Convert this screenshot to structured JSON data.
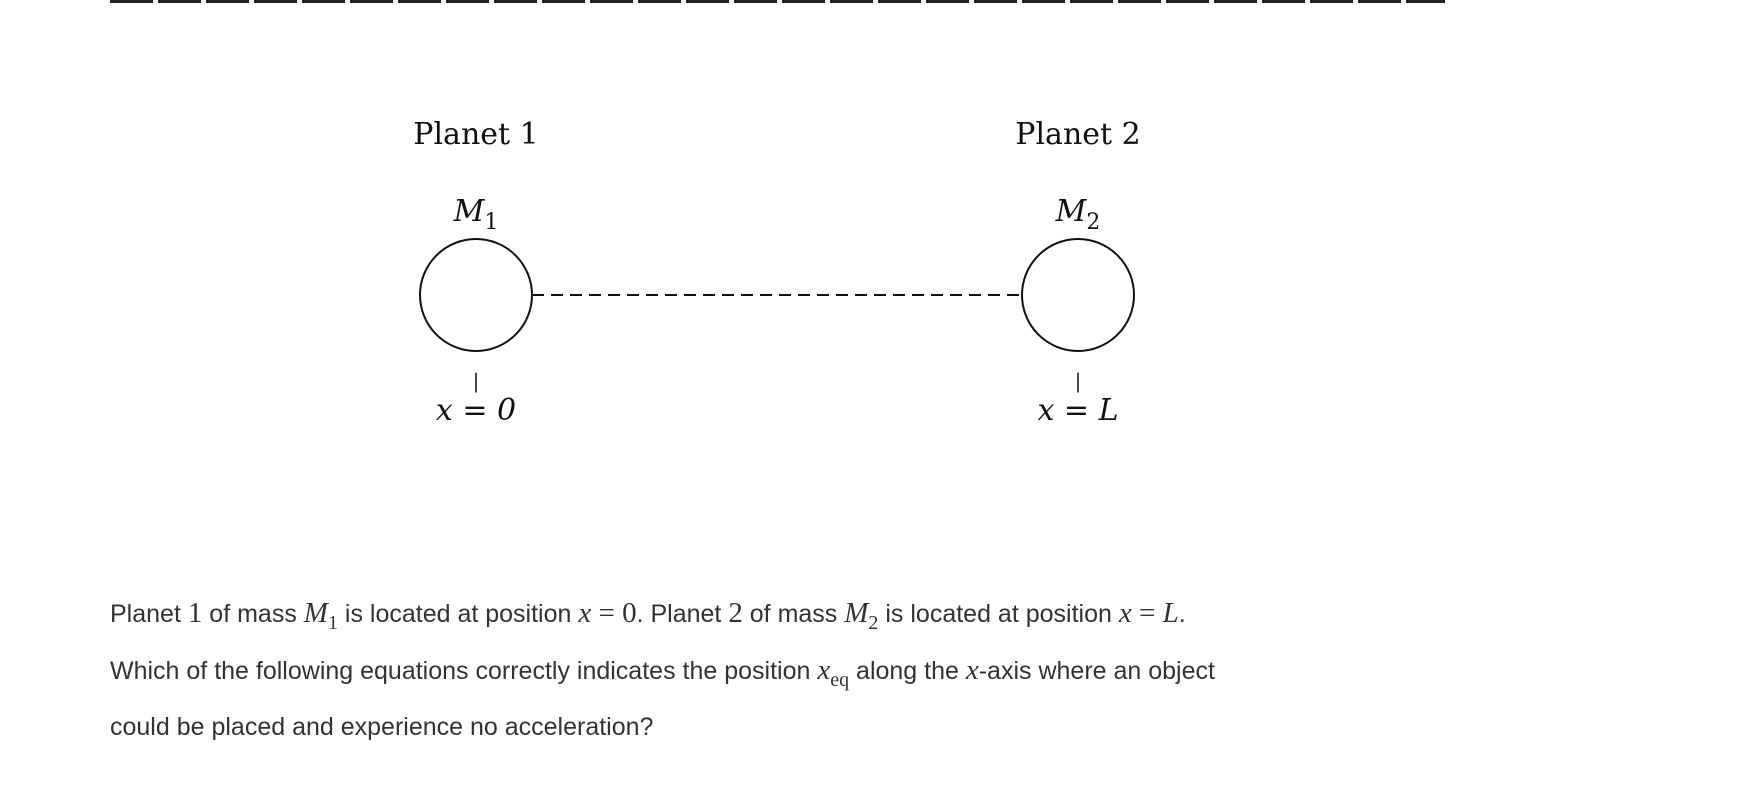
{
  "diagram": {
    "planet1": {
      "name": "Planet 1",
      "mass_symbol": "M",
      "mass_subscript": "1",
      "position_label": "x = 0"
    },
    "planet2": {
      "name": "Planet 2",
      "mass_symbol": "M",
      "mass_subscript": "2",
      "position_label": "x = L"
    },
    "tick_mark": "|"
  },
  "question": {
    "line1": {
      "t1": "Planet ",
      "n1": "1",
      "t2": " of mass ",
      "m1": "M",
      "m1_sub": "1",
      "t3": " is located at position ",
      "x1": "x",
      "eq1": " = 0",
      "t4": ". Planet ",
      "n2": "2",
      "t5": " of mass ",
      "m2": "M",
      "m2_sub": "2",
      "t6": " is located at position ",
      "x2": "x",
      "eq2": " = ",
      "L": "L",
      "t7": "."
    },
    "line2": {
      "t1": "Which of the following equations correctly indicates the position ",
      "xeq": "x",
      "xeq_sub": "eq",
      "t2": " along the ",
      "x": "x",
      "t3": "-axis where an object"
    },
    "line3": "could be placed and experience no acceleration?"
  }
}
